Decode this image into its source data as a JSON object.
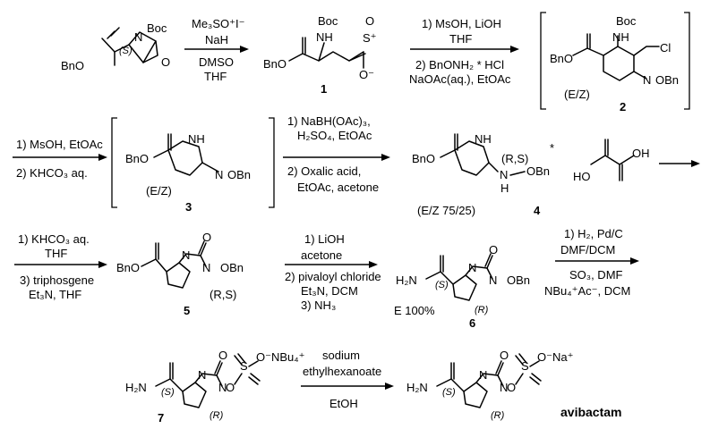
{
  "scheme_elements": {
    "row1": {
      "sm": {
        "bno": "BnO",
        "s": "(S)",
        "boc": "Boc",
        "n": "N",
        "o": "O"
      },
      "arrow1": {
        "reagent1": "Me₃SO⁺I⁻",
        "reagent2": "NaH",
        "solvent1": "DMSO",
        "solvent2": "THF"
      },
      "c1": {
        "bno": "BnO",
        "boc": "Boc",
        "nh": "NH",
        "s_plus": "S⁺",
        "o_top": "O",
        "o_minus": "O⁻",
        "number": "1"
      },
      "arrow2": {
        "step1": "1) MsOH, LiOH",
        "step1b": "THF",
        "step2": "2) BnONH₂ * HCl",
        "step2b": "NaOAc(aq.), EtOAc"
      },
      "c2": {
        "bno": "BnO",
        "boc": "Boc",
        "nh": "NH",
        "cl": "Cl",
        "obn": "OBn",
        "n": "N",
        "ez": "(E/Z)",
        "number": "2"
      }
    },
    "row2": {
      "arrow3": {
        "step1": "1) MsOH, EtOAc",
        "step2": "2) KHCO₃ aq."
      },
      "c3": {
        "bno": "BnO",
        "nh": "NH",
        "n": "N",
        "obn": "OBn",
        "ez": "(E/Z)",
        "number": "3"
      },
      "arrow4": {
        "step1": "1) NaBH(OAc)₃,",
        "step1b": "H₂SO₄, EtOAc",
        "step2": "2) Oxalic acid,",
        "step2b": "EtOAc, acetone"
      },
      "c4": {
        "bno": "BnO",
        "nh": "NH",
        "rs": "(R,S)",
        "nhobn_n": "N",
        "nhobn_h": "H",
        "obn": "OBn",
        "star": "*",
        "ez": "(E/Z 75/25)",
        "ho1": "HO",
        "oh2": "OH",
        "number": "4"
      }
    },
    "row3": {
      "arrow5": {
        "step1": "1) KHCO₃ aq.",
        "step1b": "THF",
        "step2": "3) triphosgene",
        "step2b": "Et₃N, THF"
      },
      "c5": {
        "bno": "BnO",
        "n1": "N",
        "n2": "N",
        "o": "O",
        "obn": "OBn",
        "rs": "(R,S)",
        "number": "5"
      },
      "arrow6": {
        "step1": "1) LiOH",
        "step1b": "acetone",
        "step2": "2) pivaloyl chloride",
        "step2b": "Et₃N, DCM",
        "step3": "3) NH₃"
      },
      "c6": {
        "h2n": "H₂N",
        "s": "(S)",
        "r": "(R)",
        "n1": "N",
        "n2": "N",
        "o": "O",
        "obn": "OBn",
        "e": "E 100%",
        "number": "6"
      },
      "arrow7": {
        "step1": "1) H₂, Pd/C",
        "step1b": "DMF/DCM",
        "step2": "SO₃, DMF",
        "step2b": "NBu₄⁺Ac⁻, DCM"
      }
    },
    "row4": {
      "c7": {
        "h2n": "H₂N",
        "s": "(S)",
        "r": "(R)",
        "n1": "N",
        "n2": "N",
        "o": "O",
        "s_atom": "S",
        "o_minus_nbu": "O⁻NBu₄⁺",
        "o_link": "O",
        "number": "7"
      },
      "arrow8": {
        "reagent1": "sodium",
        "reagent2": "ethylhexanoate",
        "solvent": "EtOH"
      },
      "product": {
        "h2n": "H₂N",
        "s": "(S)",
        "r": "(R)",
        "n1": "N",
        "n2": "N",
        "o": "O",
        "s_atom": "S",
        "o_minus_na": "O⁻Na⁺",
        "o_link": "O",
        "name": "avibactam"
      }
    }
  },
  "colors": {
    "ink": "#000000",
    "background": "#ffffff"
  }
}
